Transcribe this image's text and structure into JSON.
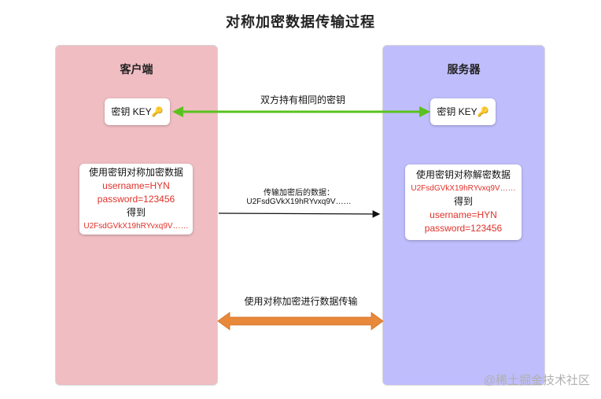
{
  "title": "对称加密数据传输过程",
  "client": {
    "title": "客户端",
    "key_label": "密钥 KEY🔑",
    "encrypt_box": {
      "line1": "使用密钥对称加密数据",
      "line2": "username=HYN",
      "line3": "password=123456",
      "line4": "得到",
      "line5": "U2FsdGVkX19hRYvxq9V……"
    }
  },
  "server": {
    "title": "服务器",
    "key_label": "密钥 KEY🔑",
    "decrypt_box": {
      "line1": "使用密钥对称解密数据",
      "line2": "U2FsdGVkX19hRYvxq9V……",
      "line3": "得到",
      "line4": "username=HYN",
      "line5": "password=123456"
    }
  },
  "arrows": {
    "shared_key_label": "双方持有相同的密钥",
    "transfer_label_1": "传输加密后的数据：",
    "transfer_label_2": "U2FsdGVkX19hRYvxq9V……",
    "symmetric_label": "使用对称加密进行数据传输"
  },
  "watermark": "@稀土掘金技术社区",
  "colors": {
    "client_bg": "#efbdc2",
    "server_bg": "#bfbdfb",
    "green_arrow": "#5ac21f",
    "orange_arrow": "#e8883a",
    "red_text": "#e0312a"
  }
}
